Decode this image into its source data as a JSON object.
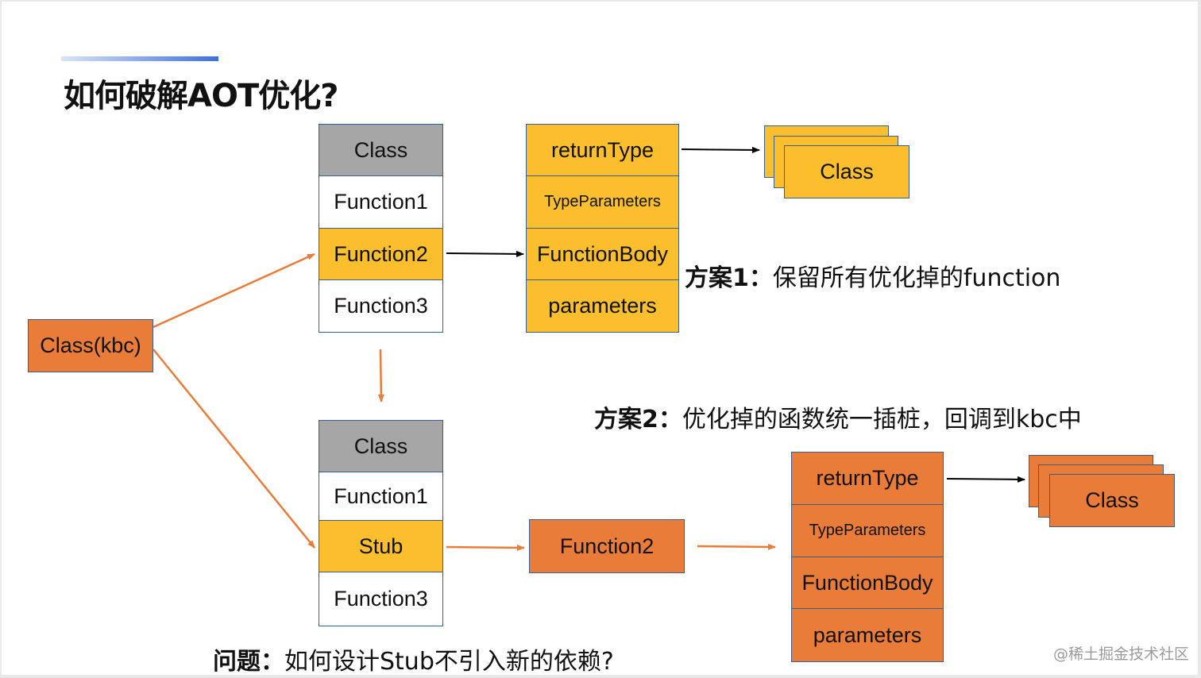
{
  "title": "如何破解AOT优化?",
  "root": "Class(kbc)",
  "top_class": {
    "header": "Class",
    "items": [
      "Function1",
      "Function2",
      "Function3"
    ]
  },
  "top_function": {
    "items": [
      "returnType",
      "TypeParameters",
      "FunctionBody",
      "parameters"
    ]
  },
  "top_stack_label": "Class",
  "bottom_class": {
    "header": "Class",
    "items": [
      "Function1",
      "Stub",
      "Function3"
    ]
  },
  "bottom_function_box": "Function2",
  "bottom_function": {
    "items": [
      "returnType",
      "TypeParameters",
      "FunctionBody",
      "parameters"
    ]
  },
  "bottom_stack_label": "Class",
  "plan1": {
    "label": "方案1：",
    "text": "保留所有优化掉的function"
  },
  "plan2": {
    "label": "方案2：",
    "text": "优化掉的函数统一插桩，回调到kbc中"
  },
  "question": {
    "label": "问题：",
    "text": "如何设计Stub不引入新的依赖?"
  },
  "watermark": "@稀土掘金技术社区",
  "colors": {
    "yellow": "#fbbf2d",
    "orange": "#ea7c3a",
    "gray": "#a6a6a6",
    "accent": "#3d6fe0"
  }
}
